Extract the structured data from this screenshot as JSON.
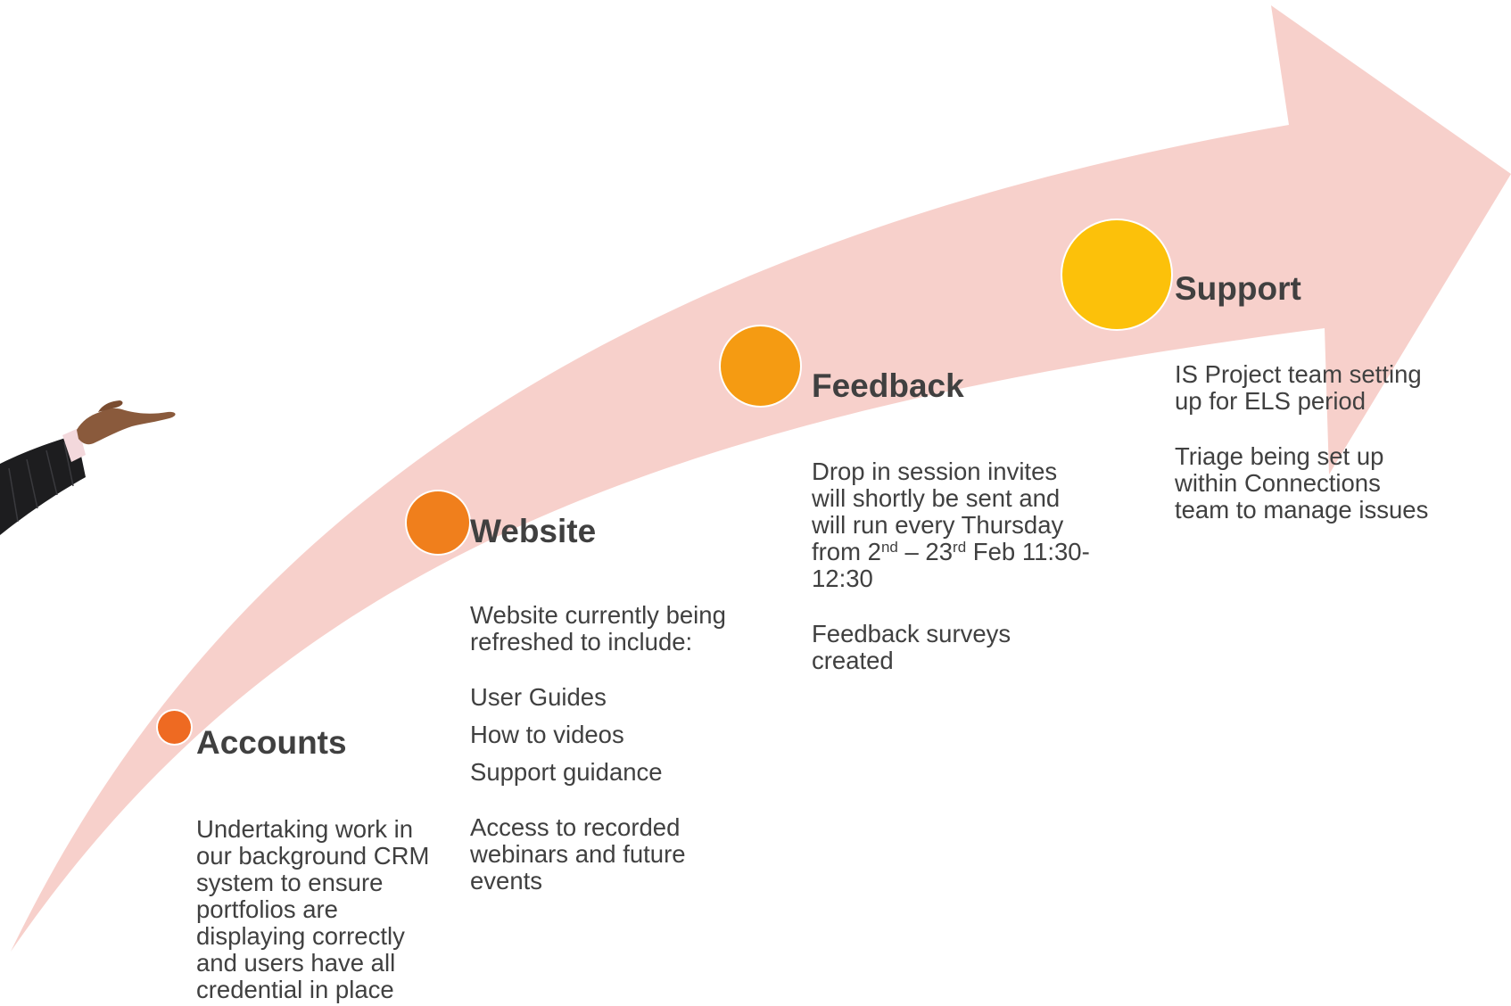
{
  "colors": {
    "arrow": "#f7d0cb",
    "accounts": "#ee6a22",
    "website": "#f07f1c",
    "feedback": "#f59b12",
    "support": "#fcc10a"
  },
  "hand_icon": "presenting-hand-icon",
  "stages": {
    "accounts": {
      "title": "Accounts",
      "body": "Undertaking work in our background CRM system to ensure portfolios are displaying correctly and users have all credential in place"
    },
    "website": {
      "title": "Website",
      "intro": "Website currently being refreshed to include:",
      "items": [
        "User Guides",
        "How to videos",
        "Support guidance"
      ],
      "outro": "Access to recorded webinars and future events"
    },
    "feedback": {
      "title": "Feedback",
      "body": {
        "line1": "Drop in session invites will shortly be sent and will run every Thursday from 2",
        "sup1": "nd",
        "mid": " – 23",
        "sup2": "rd",
        "line2": " Feb 11:30-12:30"
      },
      "body2": "Feedback surveys created"
    },
    "support": {
      "title": "Support",
      "body": "IS Project team setting up for ELS period",
      "body2": "Triage being set up within Connections team to manage issues"
    }
  }
}
